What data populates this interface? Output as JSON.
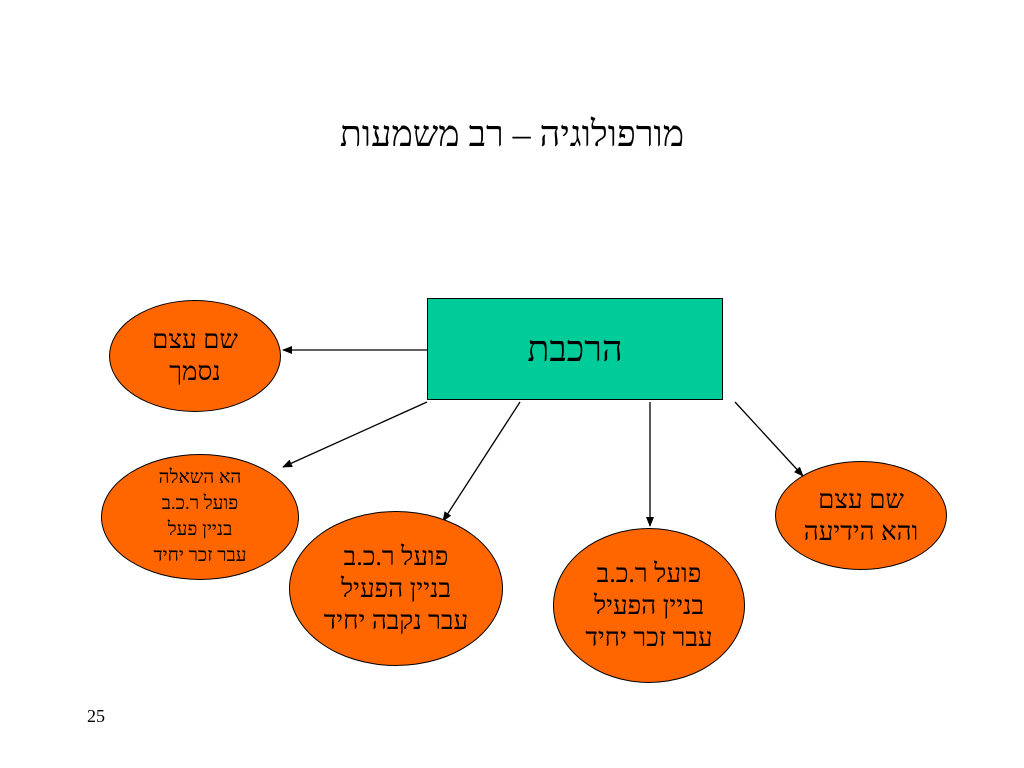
{
  "title": "מורפולוגיה – רב משמעות",
  "center": {
    "label": "הרכבת"
  },
  "nodes": [
    {
      "lines": [
        "שם עצם",
        "נסמך"
      ]
    },
    {
      "lines": [
        "הא השאלה",
        "פועל ר.כ.ב",
        "בניין פעל",
        "עבר זכר יחיד"
      ]
    },
    {
      "lines": [
        "פועל ר.כ.ב",
        "בניין הפעיל",
        "עבר נקבה יחיד"
      ]
    },
    {
      "lines": [
        "פועל ר.כ.ב",
        "בניין הפעיל",
        "עבר זכר יחיד"
      ]
    },
    {
      "lines": [
        "שם עצם",
        "והא הידיעה"
      ]
    }
  ],
  "page_number": "25",
  "colors": {
    "center_fill": "#00cc99",
    "node_fill": "#ff6600",
    "stroke": "#000000"
  }
}
